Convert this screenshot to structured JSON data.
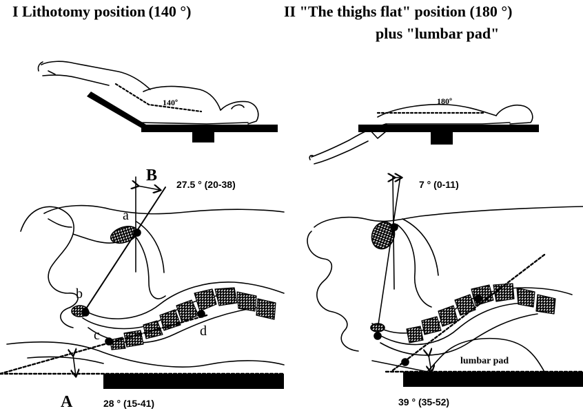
{
  "titles": {
    "panel_1": "I   Lithotomy position (140 °)",
    "panel_2_line1": "II \"The thighs flat\" position (180 °)",
    "panel_2_line2": "plus \"lumbar pad\""
  },
  "figure_angles": {
    "lithotomy": "140º",
    "thighs_flat": "180º"
  },
  "measurements": {
    "angle_B_lithotomy": "27.5 °  (20-38)",
    "angle_B_thighs_flat": "7 °  (0-11)",
    "angle_A_lithotomy": "28 °  (15-41)",
    "angle_A_thighs_flat": "39 °  (35-52)"
  },
  "angle_labels": {
    "A": "A",
    "B": "B"
  },
  "point_labels": {
    "a": "a",
    "b": "b",
    "c": "c",
    "d": "d"
  },
  "pad_label": "lumbar pad"
}
